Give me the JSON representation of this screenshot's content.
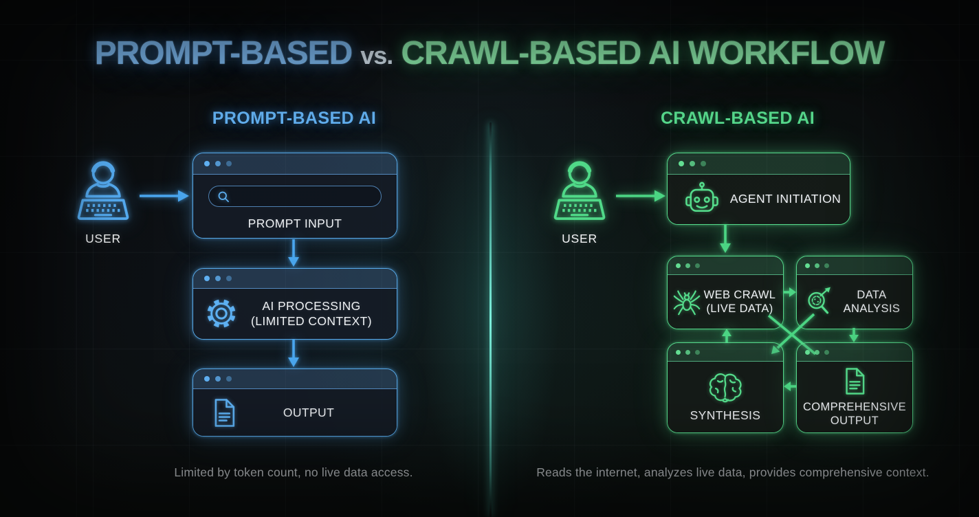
{
  "title": {
    "part1": "PROMPT-BASED",
    "part2": "vs.",
    "part3": "CRAWL-BASED AI WORKFLOW"
  },
  "colors": {
    "blue_accent": "#57a9e9",
    "blue_title": "#7fbdf5",
    "green_accent": "#57d98c",
    "green_title": "#90f2b0",
    "divider_teal": "#7df0dc",
    "caption_gray": "#c3c7cb"
  },
  "left": {
    "heading": "PROMPT-BASED AI",
    "user_label": "USER",
    "prompt_input_label": "PROMPT INPUT",
    "processing_line1": "AI PROCESSING",
    "processing_line2": "(LIMITED CONTEXT)",
    "output_label": "OUTPUT",
    "caption": "Limited by token count, no live data access."
  },
  "right": {
    "heading": "CRAWL-BASED AI",
    "user_label": "USER",
    "agent_label": "AGENT INITIATION",
    "web_crawl_line1": "WEB CRAWL",
    "web_crawl_line2": "(LIVE DATA)",
    "analysis_line1": "DATA",
    "analysis_line2": "ANALYSIS",
    "synthesis_label": "SYNTHESIS",
    "comprehensive_line1": "COMPREHENSIVE",
    "comprehensive_line2": "OUTPUT",
    "caption": "Reads the internet, analyzes live data, provides comprehensive context."
  }
}
